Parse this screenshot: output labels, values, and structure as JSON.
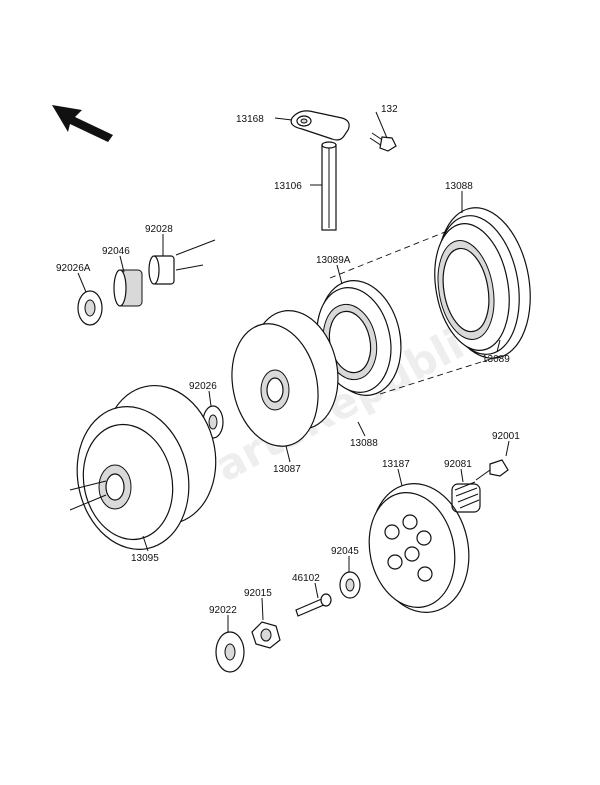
{
  "diagram": {
    "watermark": "PartsRepublik",
    "labels": {
      "p13168": "13168",
      "p132": "132",
      "p13106": "13106",
      "p13088a": "13088",
      "p92028": "92028",
      "p92046": "92046",
      "p92026A": "92026A",
      "p13089A": "13089A",
      "p13089": "13089",
      "p92026": "92026",
      "p13088b": "13088",
      "p13087": "13087",
      "p13187": "13187",
      "p92081": "92081",
      "p92001": "92001",
      "p13095": "13095",
      "p92045": "92045",
      "p46102": "46102",
      "p92015": "92015",
      "p92022": "92022"
    }
  }
}
